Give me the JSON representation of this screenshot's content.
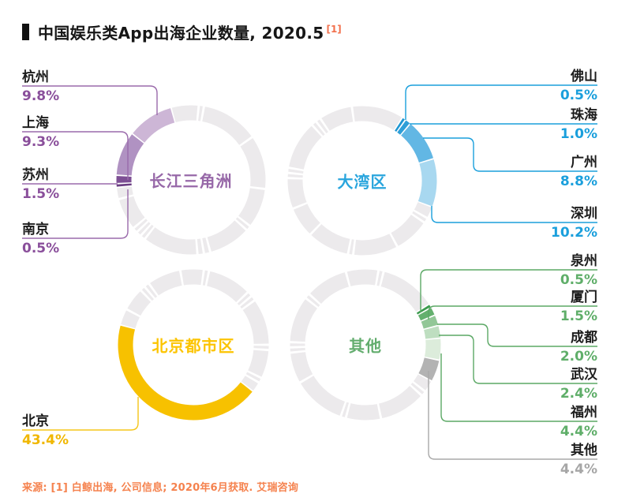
{
  "title": {
    "text": "中国娱乐类App出海企业数量, 2020.5",
    "ref": "[1]"
  },
  "source": {
    "text": "来源: [1] 白鲸出海, 公司信息; 2020年6月获取. 艾瑞咨询"
  },
  "colors": {
    "ring_gray": "#ECEAEC",
    "purple_accent": "#9A6AAB",
    "blue_accent": "#1A9FDC",
    "yellow_accent": "#F5C518",
    "green_accent": "#5BA865",
    "gray_accent": "#A9A9A9"
  },
  "chart_data": {
    "type": "donut",
    "unit": "percent of companies",
    "charts": [
      {
        "region": "长江三角洲",
        "segments": [
          {
            "label": "杭州",
            "value": 9.8,
            "display": "9.8%",
            "color": "#CDB6D6"
          },
          {
            "label": "上海",
            "value": 9.3,
            "display": "9.3%",
            "color": "#B092C2"
          },
          {
            "label": "苏州",
            "value": 1.5,
            "display": "1.5%",
            "color": "#7D4F94"
          },
          {
            "label": "南京",
            "value": 0.5,
            "display": "0.5%",
            "color": "#6A3D82"
          }
        ]
      },
      {
        "region": "大湾区",
        "segments": [
          {
            "label": "佛山",
            "value": 0.5,
            "display": "0.5%",
            "color": "#1E96D2"
          },
          {
            "label": "珠海",
            "value": 1.0,
            "display": "1.0%",
            "color": "#2F9FD8"
          },
          {
            "label": "广州",
            "value": 8.8,
            "display": "8.8%",
            "color": "#62B7E4"
          },
          {
            "label": "深圳",
            "value": 10.2,
            "display": "10.2%",
            "color": "#A8D8F0"
          }
        ]
      },
      {
        "region": "北京都市区",
        "segments": [
          {
            "label": "北京",
            "value": 43.4,
            "display": "43.4%",
            "color": "#F7C100"
          }
        ]
      },
      {
        "region": "其他",
        "segments": [
          {
            "label": "泉州",
            "value": 0.5,
            "display": "0.5%",
            "color": "#3C9A4E"
          },
          {
            "label": "厦门",
            "value": 1.5,
            "display": "1.5%",
            "color": "#64B06E"
          },
          {
            "label": "成都",
            "value": 2.0,
            "display": "2.0%",
            "color": "#92C797"
          },
          {
            "label": "武汉",
            "value": 2.4,
            "display": "2.4%",
            "color": "#BEDEC0"
          },
          {
            "label": "福州",
            "value": 4.4,
            "display": "4.4%",
            "color": "#DCECDB"
          },
          {
            "label": "其他",
            "value": 4.4,
            "display": "4.4%",
            "color": "#B3B3B3"
          }
        ]
      }
    ]
  }
}
